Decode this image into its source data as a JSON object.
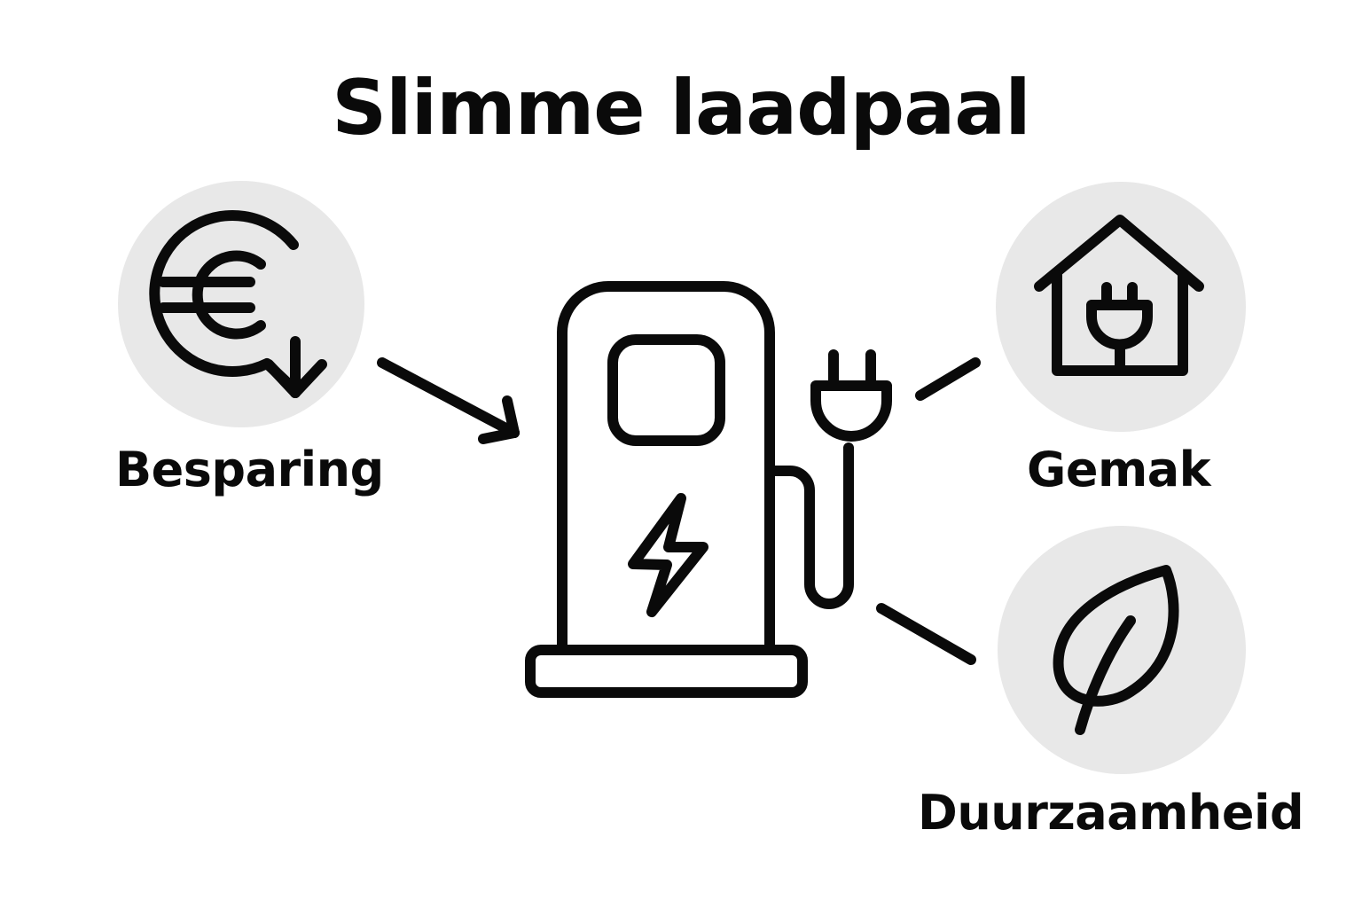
{
  "diagram": {
    "title": "Slimme laadpaal",
    "center": {
      "icon": "ev-charging-station-icon"
    },
    "nodes": [
      {
        "id": "besparing",
        "label": "Besparing",
        "icon": "euro-down-icon",
        "connector": "arrow-to-center"
      },
      {
        "id": "gemak",
        "label": "Gemak",
        "icon": "house-plug-icon",
        "connector": "line-to-center"
      },
      {
        "id": "duurzaamheid",
        "label": "Duurzaamheid",
        "icon": "leaf-icon",
        "connector": "line-to-center"
      }
    ],
    "colors": {
      "background": "#ffffff",
      "stroke": "#0a0a0a",
      "circle_fill": "#e8e8e8"
    }
  }
}
